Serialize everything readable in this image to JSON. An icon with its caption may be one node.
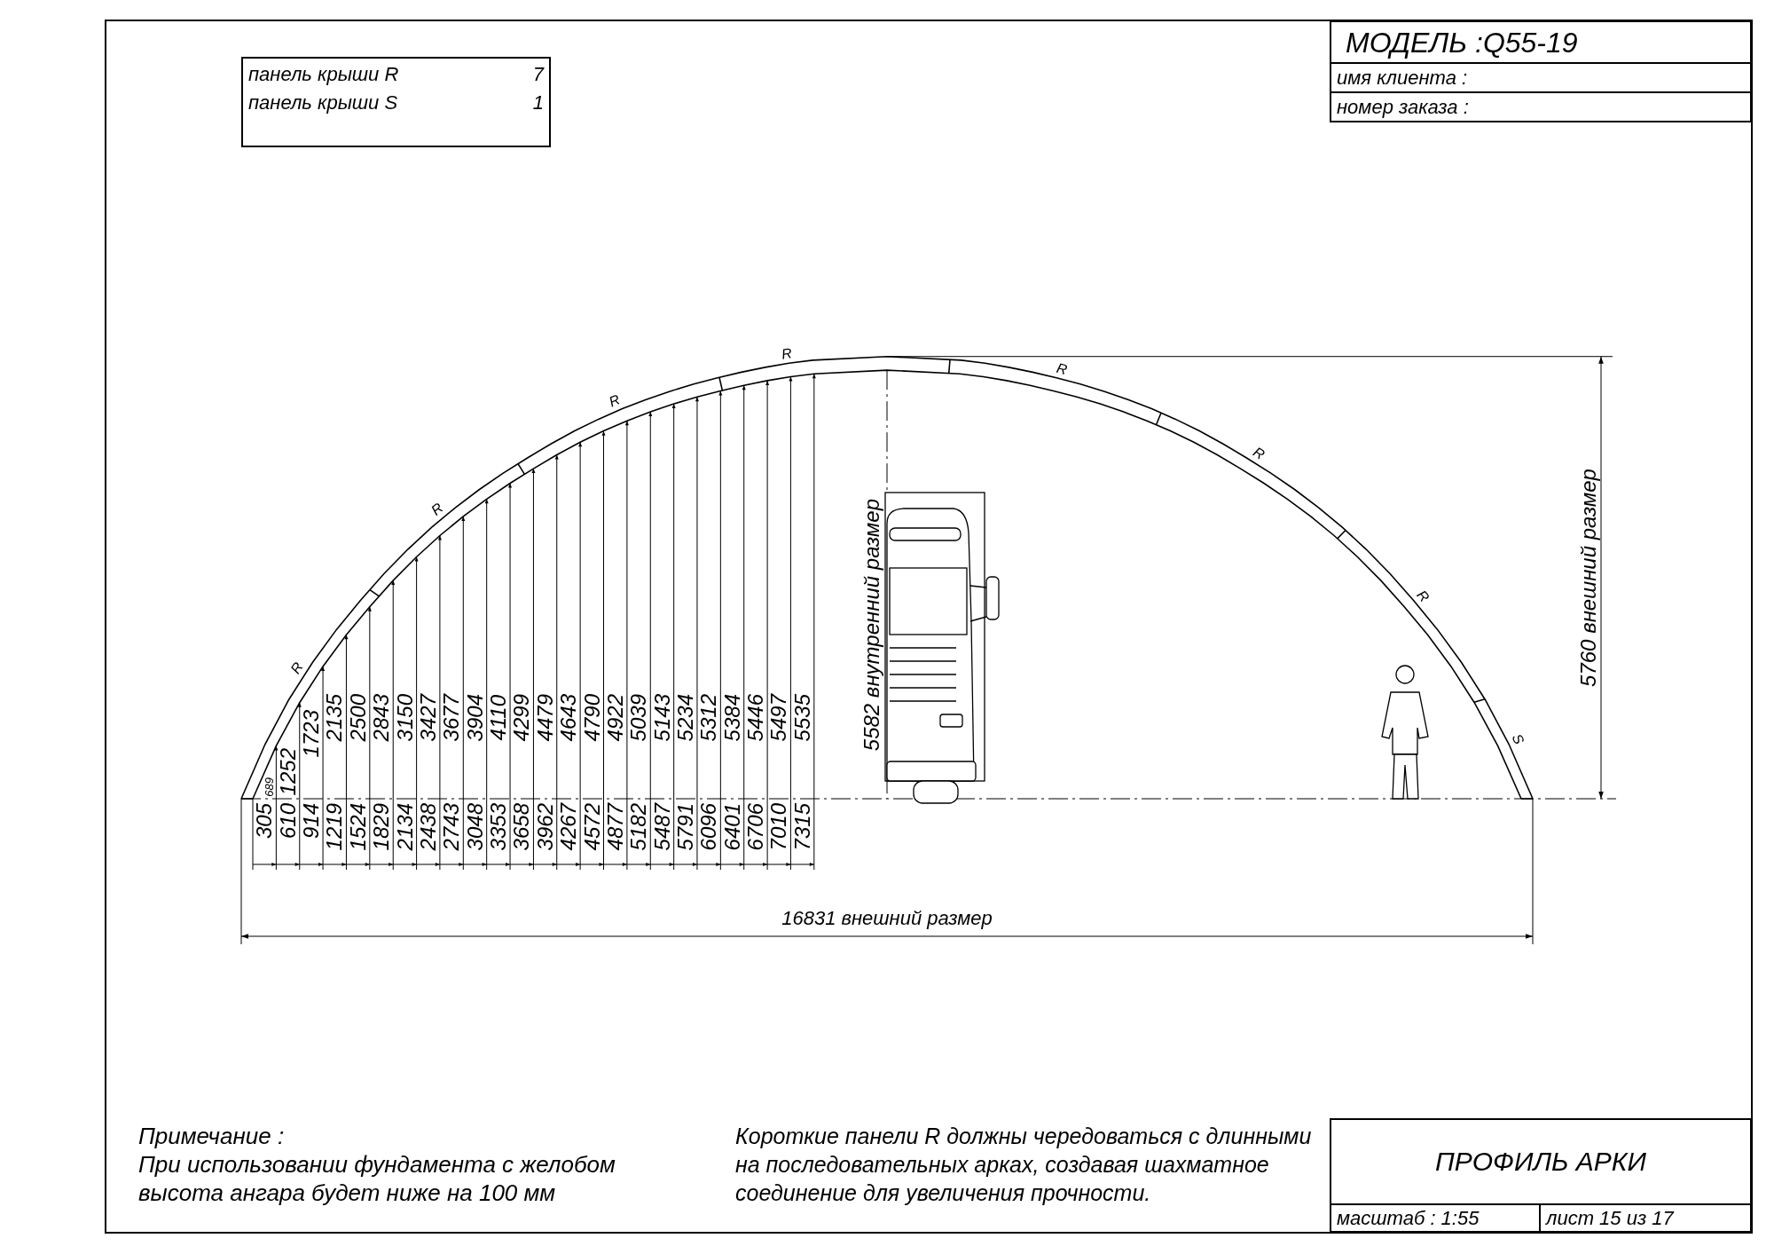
{
  "diagram": {
    "nodes": [
      {
        "text": [
          "панель крыши R",
          "7",
          "панель крыши S",
          "1"
        ]
      },
      {
        "text": [
          "МОДЕЛЬ :Q55-19"
        ]
      },
      {
        "text": [
          "имя клиента :"
        ]
      },
      {
        "text": [
          "номер заказа :"
        ]
      },
      {
        "text": [
          "ПРОФИЛЬ АРКИ"
        ]
      },
      {
        "text": [
          "масштаб : 1:55"
        ]
      },
      {
        "text": [
          "лист 15 из 17"
        ]
      }
    ],
    "labels": [
      "R",
      "R",
      "R",
      "R",
      "R",
      "R",
      "R",
      "S",
      "689",
      "1252",
      "1723",
      "2135",
      "2500",
      "2843",
      "3150",
      "3427",
      "3677",
      "3904",
      "4110",
      "4299",
      "4479",
      "4643",
      "4790",
      "4922",
      "5039",
      "5143",
      "5234",
      "5312",
      "5384",
      "5446",
      "5497",
      "5535",
      "305",
      "610",
      "914",
      "1219",
      "1524",
      "1829",
      "2134",
      "2438",
      "2743",
      "3048",
      "3353",
      "3658",
      "3962",
      "4267",
      "4572",
      "4877",
      "5182",
      "5487",
      "5791",
      "6096",
      "6401",
      "6706",
      "7010",
      "7315",
      "5582 внутренний размер",
      "5760 внешний размер",
      "16831 внешний размер",
      "Примечание :",
      "При использовании фундамента с желобом высота ангара будет ниже на 100 мм",
      "Короткие панели R должны чередоваться с длинными на последовательных арках, создавая шахматное соединение для увеличения прочности."
    ]
  }
}
